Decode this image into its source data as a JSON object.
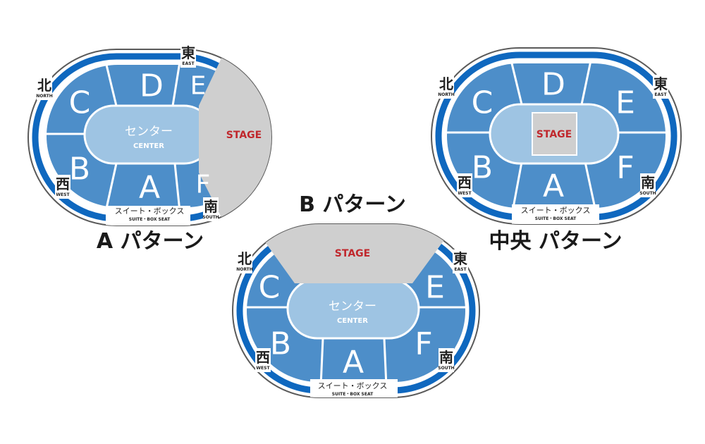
{
  "titles": {
    "a": "A パターン",
    "b": "B パターン",
    "center": "中央 パターン"
  },
  "labels": {
    "center_jp": "センター",
    "center_en": "CENTER",
    "stage": "STAGE",
    "suite_jp": "スイート・ボックス",
    "suite_en": "SUITE・BOX SEAT",
    "north": "北",
    "north_en": "NORTH",
    "east": "東",
    "east_en": "EAST",
    "west": "西",
    "west_en": "WEST",
    "south": "南",
    "south_en": "SOUTH"
  },
  "sections": {
    "a": "A",
    "b": "B",
    "c": "C",
    "d": "D",
    "e": "E",
    "f": "F"
  },
  "colors": {
    "section": "#4d8ec9",
    "center": "#9ec4e3",
    "ring": "#0f68bf",
    "stage": "#cfcfcf",
    "stage_text": "#c0282d",
    "outline": "#5a5a5a"
  }
}
